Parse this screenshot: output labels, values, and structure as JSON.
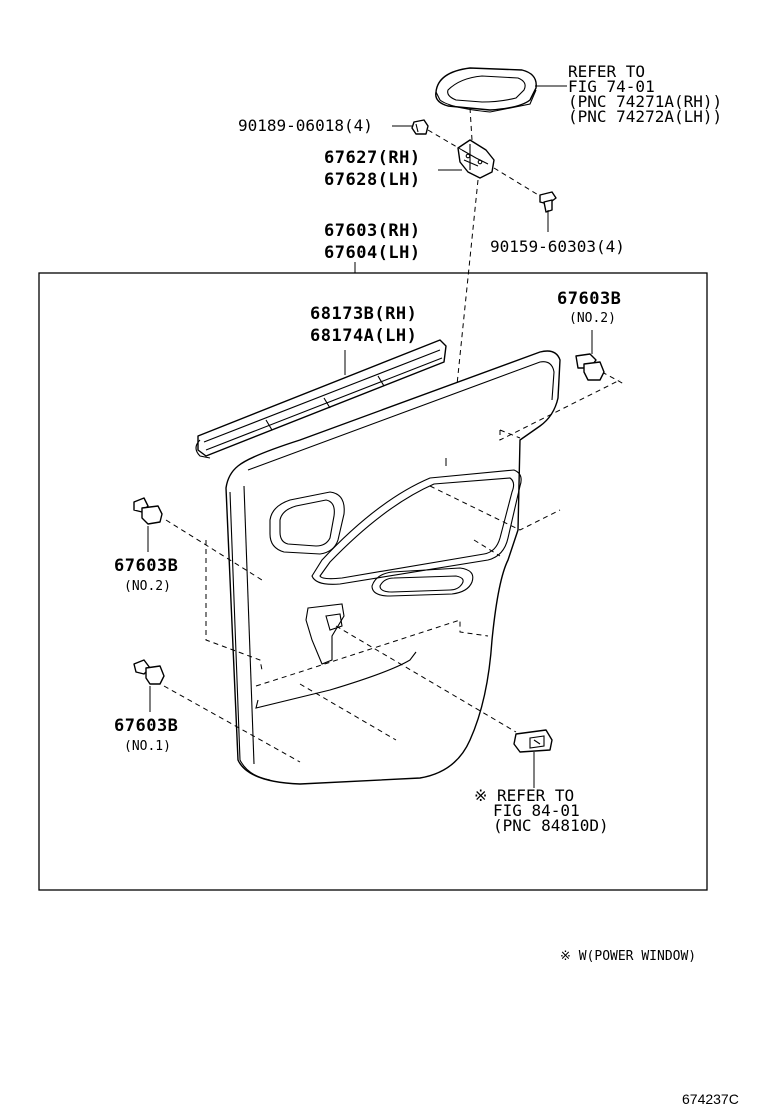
{
  "labels": {
    "refer_fig74_line1": "REFER TO",
    "refer_fig74_line2": "FIG 74-01",
    "refer_fig74_line3": "(PNC 74271A(RH))",
    "refer_fig74_line4": "(PNC 74272A(LH))",
    "clip_90189": "90189-06018(4)",
    "bracket_rh": "67627(RH)",
    "bracket_lh": "67628(LH)",
    "screw_90159": "90159-60303(4)",
    "board_rh": "67603(RH)",
    "board_lh": "67604(LH)",
    "weatherstrip_rh": "68173B(RH)",
    "weatherstrip_lh": "68174A(LH)",
    "clip_no2_top_part": "67603B",
    "clip_no2_top_sub": "(NO.2)",
    "clip_no2_left_part": "67603B",
    "clip_no2_left_sub": "(NO.2)",
    "clip_no1_part": "67603B",
    "clip_no1_sub": "(NO.1)",
    "refer_fig84_line1": "※ REFER TO",
    "refer_fig84_line2": "FIG 84-01",
    "refer_fig84_line3": "(PNC 84810D)",
    "footnote": "※ W(POWER WINDOW)",
    "figure_code": "674237C"
  }
}
